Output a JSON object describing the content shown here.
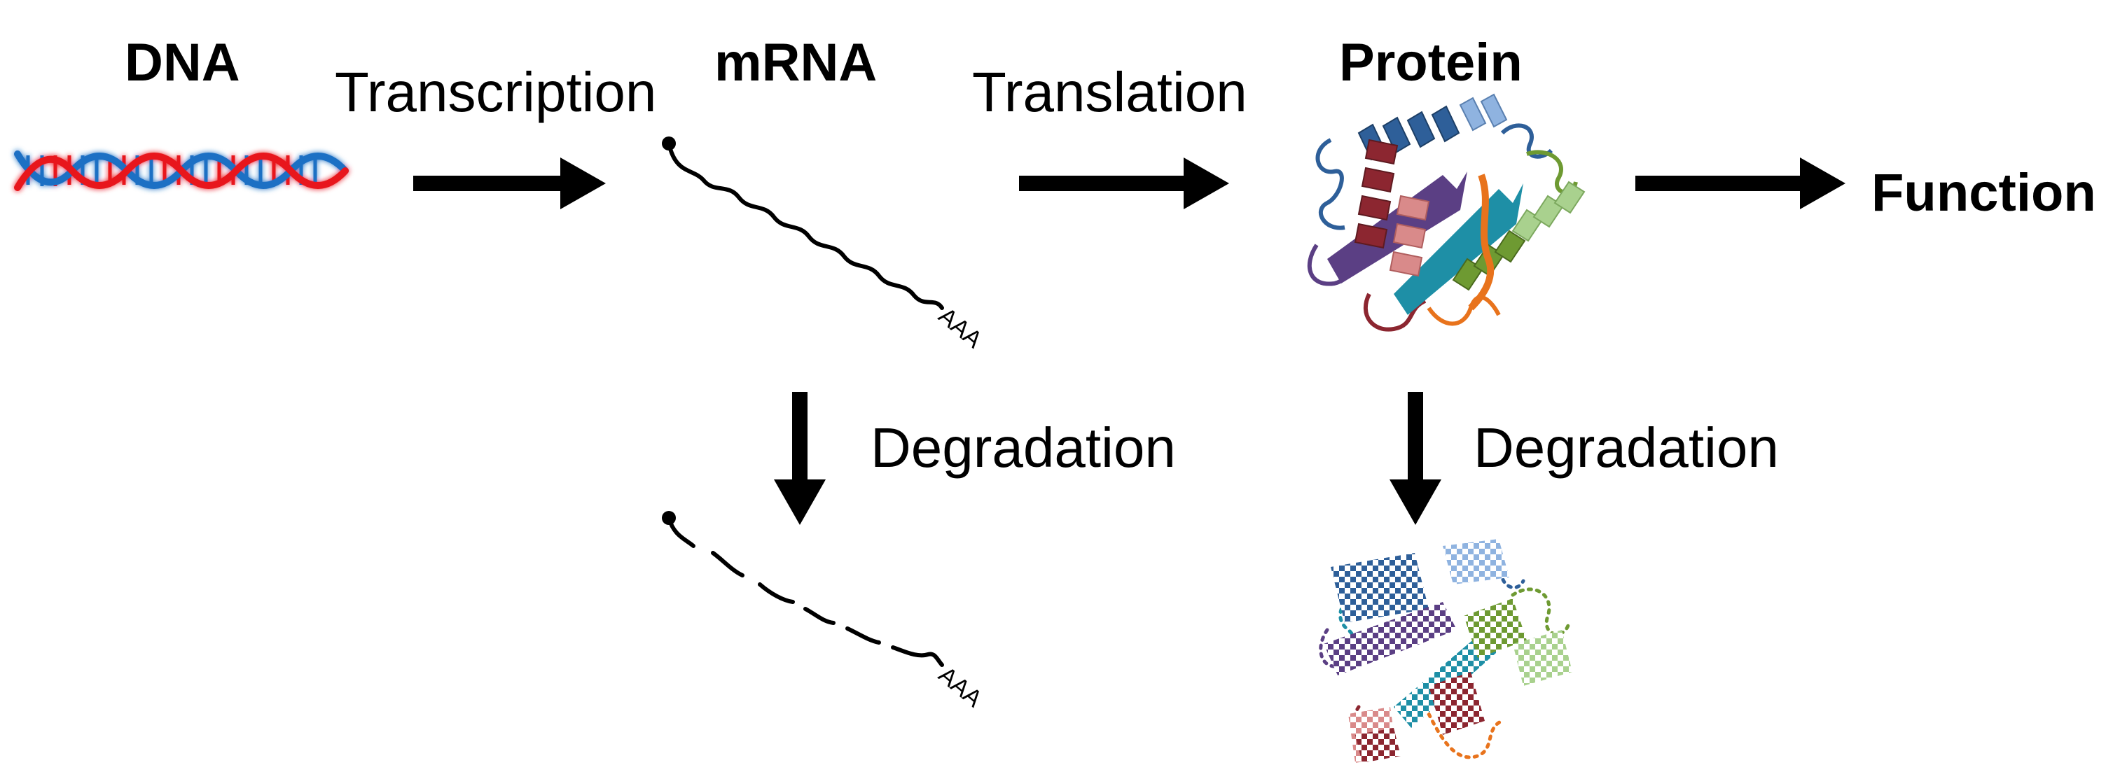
{
  "diagram": {
    "title": "Central dogma: DNA to function with degradation",
    "nodes": {
      "dna": "DNA",
      "mrna": "mRNA",
      "protein": "Protein",
      "function": "Function"
    },
    "processes": {
      "transcription": "Transcription",
      "translation": "Translation",
      "mrna_degradation": "Degradation",
      "protein_degradation": "Degradation"
    },
    "poly_a_tail": "AAA",
    "colors": {
      "dna_strand_red": "#e8141c",
      "dna_strand_blue": "#1f6fc4",
      "arrow": "#000000",
      "protein_blue": "#2e5f99",
      "protein_light_blue": "#8fb3e0",
      "protein_teal": "#1e8fa6",
      "protein_purple": "#5b3f84",
      "protein_pink": "#d98a8a",
      "protein_maroon": "#8c2630",
      "protein_green": "#6e9a32",
      "protein_light_green": "#a9d18e",
      "protein_orange": "#e8731c"
    }
  }
}
